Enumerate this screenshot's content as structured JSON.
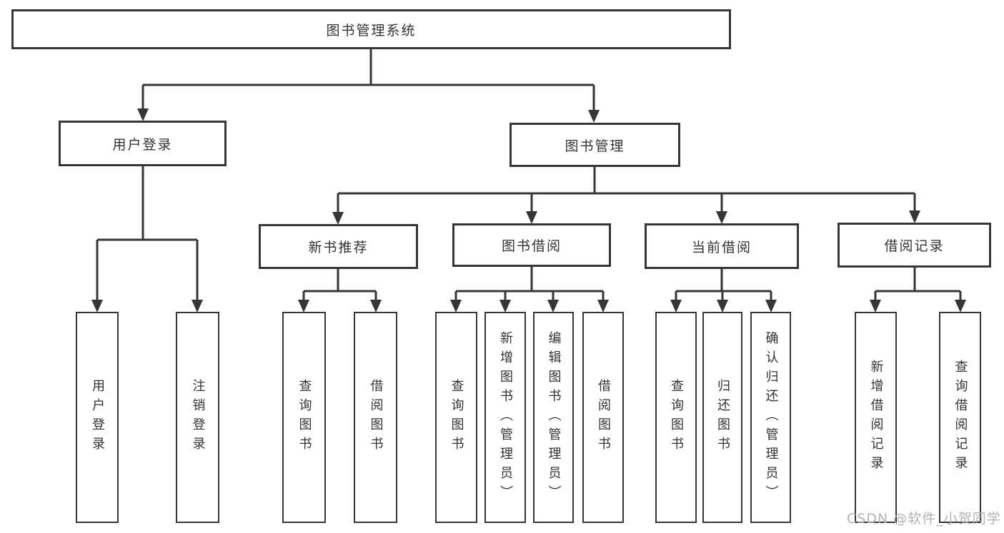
{
  "diagram": {
    "title": "图书管理系统",
    "branches": [
      {
        "label": "用户登录",
        "children": [
          {
            "label": "用户登录"
          },
          {
            "label": "注销登录"
          }
        ]
      },
      {
        "label": "图书管理",
        "children": [
          {
            "label": "新书推荐",
            "children": [
              {
                "label": "查询图书"
              },
              {
                "label": "借阅图书"
              }
            ]
          },
          {
            "label": "图书借阅",
            "children": [
              {
                "label": "查询图书"
              },
              {
                "label": "新增图书（管理员）"
              },
              {
                "label": "编辑图书（管理员）"
              },
              {
                "label": "借阅图书"
              }
            ]
          },
          {
            "label": "当前借阅",
            "children": [
              {
                "label": "查询图书"
              },
              {
                "label": "归还图书"
              },
              {
                "label": "确认归还（管理员）"
              }
            ]
          },
          {
            "label": "借阅记录",
            "children": [
              {
                "label": "新增借阅记录"
              },
              {
                "label": "查询借阅记录"
              }
            ]
          }
        ]
      }
    ]
  },
  "watermark": "CSDN @软件_小贺同学",
  "colors": {
    "line": "#363636",
    "box_border": "#363636",
    "box_background": "#ffffff",
    "text": "#333333",
    "watermark_text": "#b5b2b2",
    "page_background": "#ffffff"
  }
}
